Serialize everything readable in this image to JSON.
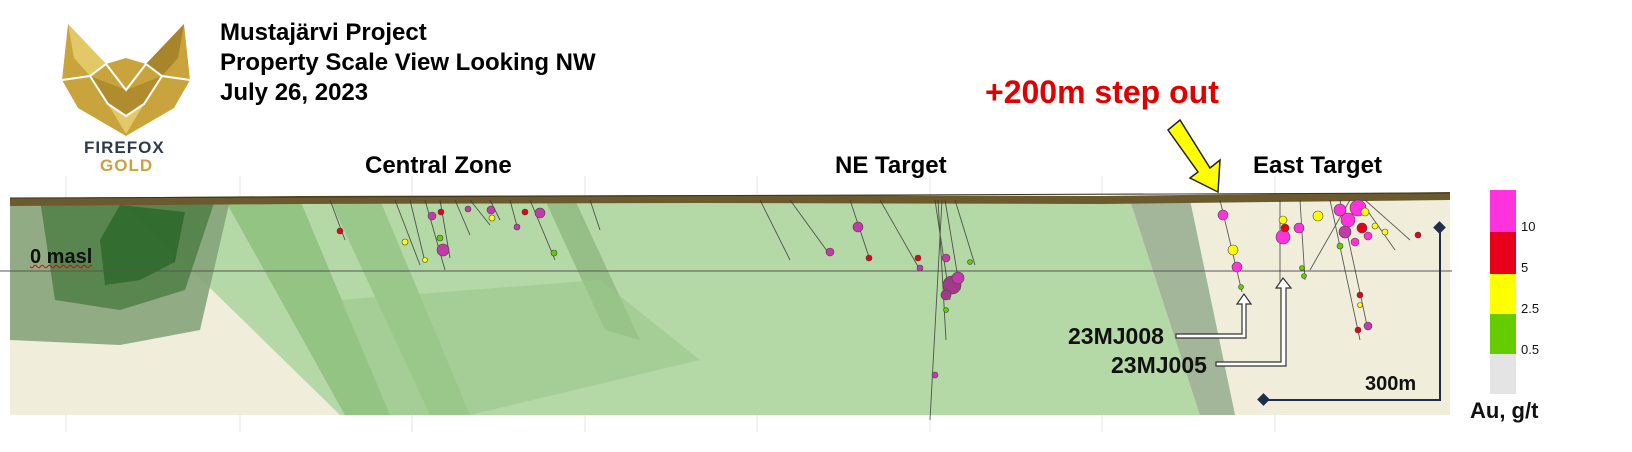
{
  "logo": {
    "line1": "FIREFOX",
    "line2": "GOLD"
  },
  "title": {
    "line1": "Mustajärvi Project",
    "line2": "Property Scale View Looking NW",
    "line3": "July 26, 2023"
  },
  "annotations": {
    "step_out": "+200m step out",
    "zero_masl": "0 masl",
    "scale_bar": "300m"
  },
  "zones": {
    "central": "Central Zone",
    "ne": "NE Target",
    "east": "East Target"
  },
  "drill_holes": {
    "hole_a": "23MJ008",
    "hole_b": "23MJ005"
  },
  "legend": {
    "title": "Au, g/t",
    "breaks": [
      "10",
      "5",
      "2.5",
      "0.5"
    ],
    "colors": [
      "#ff33dd",
      "#e8001a",
      "#ffff00",
      "#66cc00",
      "#e4e4e4"
    ]
  },
  "colors": {
    "bedrock": "#f0eedb",
    "shear_zone": "#9ccc8e",
    "overburden": "#6b5a2e",
    "dark_unit": "#3f7a38",
    "arrow": "#ffff00"
  }
}
